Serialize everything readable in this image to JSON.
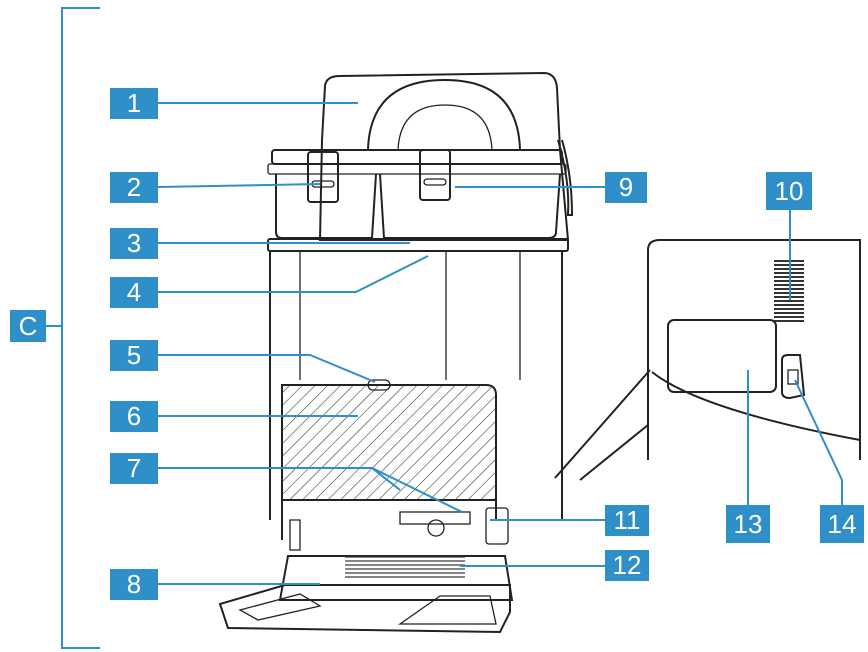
{
  "bracket_label": "C",
  "colors": {
    "label_blue": "#2f8fc8",
    "outline": "#222222"
  },
  "callouts": [
    {
      "id": "1",
      "text": "1"
    },
    {
      "id": "2",
      "text": "2"
    },
    {
      "id": "3",
      "text": "3"
    },
    {
      "id": "4",
      "text": "4"
    },
    {
      "id": "5",
      "text": "5"
    },
    {
      "id": "6",
      "text": "6"
    },
    {
      "id": "7",
      "text": "7"
    },
    {
      "id": "8",
      "text": "8"
    },
    {
      "id": "9",
      "text": "9"
    },
    {
      "id": "10",
      "text": "10"
    },
    {
      "id": "11",
      "text": "11"
    },
    {
      "id": "12",
      "text": "12"
    },
    {
      "id": "13",
      "text": "13"
    },
    {
      "id": "14",
      "text": "14"
    }
  ]
}
